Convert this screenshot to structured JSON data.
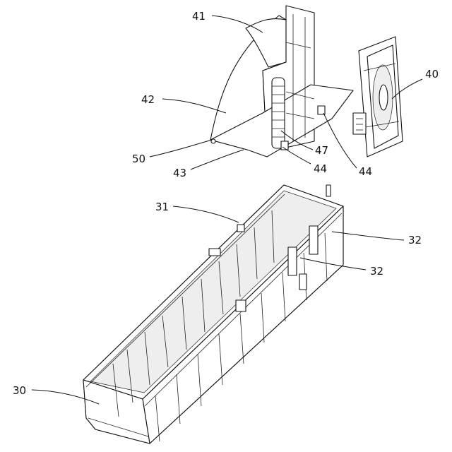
{
  "labels": {
    "l30": "30",
    "l31": "31",
    "l32a": "32",
    "l32b": "32",
    "l40": "40",
    "l41": "41",
    "l42": "42",
    "l43": "43",
    "l44a": "44",
    "l44b": "44",
    "l47": "47",
    "l50": "50"
  }
}
